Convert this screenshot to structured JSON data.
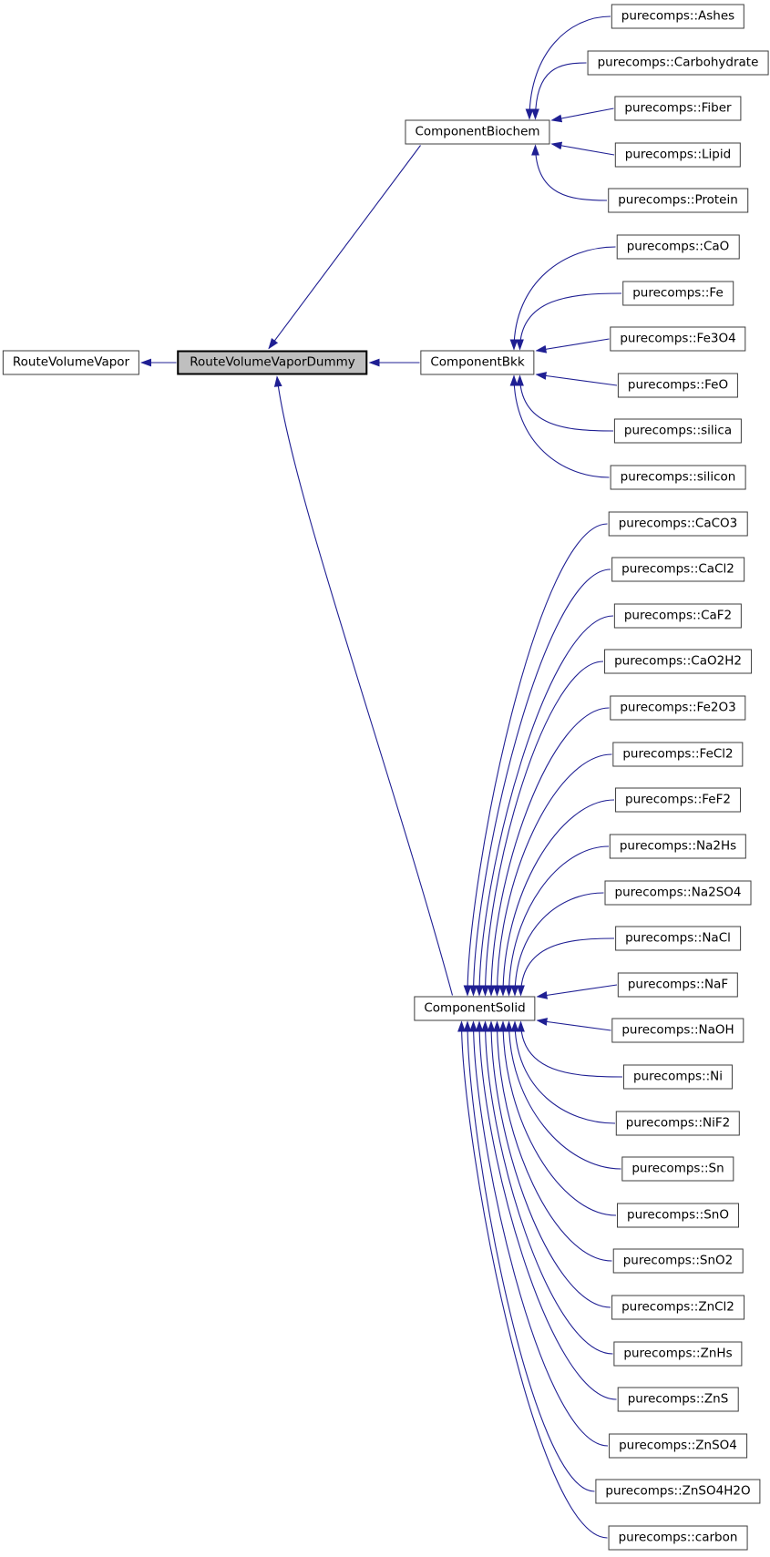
{
  "diagram": {
    "type": "class-inheritance-graph",
    "selected_node": "RouteVolumeVaporDummy",
    "colors": {
      "background": "#ffffff",
      "edge": "#1f1f93",
      "node_border": "#3d3d3d",
      "node_fill": "#ffffff",
      "selected_fill": "#bfbfbf",
      "selected_border": "#000000",
      "text": "#000000"
    },
    "nodes": [
      {
        "id": "RouteVolumeVapor",
        "label": "RouteVolumeVapor",
        "selected": false
      },
      {
        "id": "RouteVolumeVaporDummy",
        "label": "RouteVolumeVaporDummy",
        "selected": true
      },
      {
        "id": "ComponentBiochem",
        "label": "ComponentBiochem",
        "selected": false
      },
      {
        "id": "ComponentBkk",
        "label": "ComponentBkk",
        "selected": false
      },
      {
        "id": "ComponentSolid",
        "label": "ComponentSolid",
        "selected": false
      },
      {
        "id": "purecomps::Ashes",
        "label": "purecomps::Ashes",
        "selected": false
      },
      {
        "id": "purecomps::Carbohydrate",
        "label": "purecomps::Carbohydrate",
        "selected": false
      },
      {
        "id": "purecomps::Fiber",
        "label": "purecomps::Fiber",
        "selected": false
      },
      {
        "id": "purecomps::Lipid",
        "label": "purecomps::Lipid",
        "selected": false
      },
      {
        "id": "purecomps::Protein",
        "label": "purecomps::Protein",
        "selected": false
      },
      {
        "id": "purecomps::CaO",
        "label": "purecomps::CaO",
        "selected": false
      },
      {
        "id": "purecomps::Fe",
        "label": "purecomps::Fe",
        "selected": false
      },
      {
        "id": "purecomps::Fe3O4",
        "label": "purecomps::Fe3O4",
        "selected": false
      },
      {
        "id": "purecomps::FeO",
        "label": "purecomps::FeO",
        "selected": false
      },
      {
        "id": "purecomps::silica",
        "label": "purecomps::silica",
        "selected": false
      },
      {
        "id": "purecomps::silicon",
        "label": "purecomps::silicon",
        "selected": false
      },
      {
        "id": "purecomps::CaCO3",
        "label": "purecomps::CaCO3",
        "selected": false
      },
      {
        "id": "purecomps::CaCl2",
        "label": "purecomps::CaCl2",
        "selected": false
      },
      {
        "id": "purecomps::CaF2",
        "label": "purecomps::CaF2",
        "selected": false
      },
      {
        "id": "purecomps::CaO2H2",
        "label": "purecomps::CaO2H2",
        "selected": false
      },
      {
        "id": "purecomps::Fe2O3",
        "label": "purecomps::Fe2O3",
        "selected": false
      },
      {
        "id": "purecomps::FeCl2",
        "label": "purecomps::FeCl2",
        "selected": false
      },
      {
        "id": "purecomps::FeF2",
        "label": "purecomps::FeF2",
        "selected": false
      },
      {
        "id": "purecomps::Na2Hs",
        "label": "purecomps::Na2Hs",
        "selected": false
      },
      {
        "id": "purecomps::Na2SO4",
        "label": "purecomps::Na2SO4",
        "selected": false
      },
      {
        "id": "purecomps::NaCl",
        "label": "purecomps::NaCl",
        "selected": false
      },
      {
        "id": "purecomps::NaF",
        "label": "purecomps::NaF",
        "selected": false
      },
      {
        "id": "purecomps::NaOH",
        "label": "purecomps::NaOH",
        "selected": false
      },
      {
        "id": "purecomps::Ni",
        "label": "purecomps::Ni",
        "selected": false
      },
      {
        "id": "purecomps::NiF2",
        "label": "purecomps::NiF2",
        "selected": false
      },
      {
        "id": "purecomps::Sn",
        "label": "purecomps::Sn",
        "selected": false
      },
      {
        "id": "purecomps::SnO",
        "label": "purecomps::SnO",
        "selected": false
      },
      {
        "id": "purecomps::SnO2",
        "label": "purecomps::SnO2",
        "selected": false
      },
      {
        "id": "purecomps::ZnCl2",
        "label": "purecomps::ZnCl2",
        "selected": false
      },
      {
        "id": "purecomps::ZnHs",
        "label": "purecomps::ZnHs",
        "selected": false
      },
      {
        "id": "purecomps::ZnS",
        "label": "purecomps::ZnS",
        "selected": false
      },
      {
        "id": "purecomps::ZnSO4",
        "label": "purecomps::ZnSO4",
        "selected": false
      },
      {
        "id": "purecomps::ZnSO4H2O",
        "label": "purecomps::ZnSO4H2O",
        "selected": false
      },
      {
        "id": "purecomps::carbon",
        "label": "purecomps::carbon",
        "selected": false
      }
    ],
    "edges": [
      {
        "from": "RouteVolumeVaporDummy",
        "to": "RouteVolumeVapor"
      },
      {
        "from": "ComponentBiochem",
        "to": "RouteVolumeVaporDummy"
      },
      {
        "from": "ComponentBkk",
        "to": "RouteVolumeVaporDummy"
      },
      {
        "from": "ComponentSolid",
        "to": "RouteVolumeVaporDummy"
      },
      {
        "from": "purecomps::Ashes",
        "to": "ComponentBiochem"
      },
      {
        "from": "purecomps::Carbohydrate",
        "to": "ComponentBiochem"
      },
      {
        "from": "purecomps::Fiber",
        "to": "ComponentBiochem"
      },
      {
        "from": "purecomps::Lipid",
        "to": "ComponentBiochem"
      },
      {
        "from": "purecomps::Protein",
        "to": "ComponentBiochem"
      },
      {
        "from": "purecomps::CaO",
        "to": "ComponentBkk"
      },
      {
        "from": "purecomps::Fe",
        "to": "ComponentBkk"
      },
      {
        "from": "purecomps::Fe3O4",
        "to": "ComponentBkk"
      },
      {
        "from": "purecomps::FeO",
        "to": "ComponentBkk"
      },
      {
        "from": "purecomps::silica",
        "to": "ComponentBkk"
      },
      {
        "from": "purecomps::silicon",
        "to": "ComponentBkk"
      },
      {
        "from": "purecomps::CaCO3",
        "to": "ComponentSolid"
      },
      {
        "from": "purecomps::CaCl2",
        "to": "ComponentSolid"
      },
      {
        "from": "purecomps::CaF2",
        "to": "ComponentSolid"
      },
      {
        "from": "purecomps::CaO2H2",
        "to": "ComponentSolid"
      },
      {
        "from": "purecomps::Fe2O3",
        "to": "ComponentSolid"
      },
      {
        "from": "purecomps::FeCl2",
        "to": "ComponentSolid"
      },
      {
        "from": "purecomps::FeF2",
        "to": "ComponentSolid"
      },
      {
        "from": "purecomps::Na2Hs",
        "to": "ComponentSolid"
      },
      {
        "from": "purecomps::Na2SO4",
        "to": "ComponentSolid"
      },
      {
        "from": "purecomps::NaCl",
        "to": "ComponentSolid"
      },
      {
        "from": "purecomps::NaF",
        "to": "ComponentSolid"
      },
      {
        "from": "purecomps::NaOH",
        "to": "ComponentSolid"
      },
      {
        "from": "purecomps::Ni",
        "to": "ComponentSolid"
      },
      {
        "from": "purecomps::NiF2",
        "to": "ComponentSolid"
      },
      {
        "from": "purecomps::Sn",
        "to": "ComponentSolid"
      },
      {
        "from": "purecomps::SnO",
        "to": "ComponentSolid"
      },
      {
        "from": "purecomps::SnO2",
        "to": "ComponentSolid"
      },
      {
        "from": "purecomps::ZnCl2",
        "to": "ComponentSolid"
      },
      {
        "from": "purecomps::ZnHs",
        "to": "ComponentSolid"
      },
      {
        "from": "purecomps::ZnS",
        "to": "ComponentSolid"
      },
      {
        "from": "purecomps::ZnSO4",
        "to": "ComponentSolid"
      },
      {
        "from": "purecomps::ZnSO4H2O",
        "to": "ComponentSolid"
      },
      {
        "from": "purecomps::carbon",
        "to": "ComponentSolid"
      }
    ]
  }
}
